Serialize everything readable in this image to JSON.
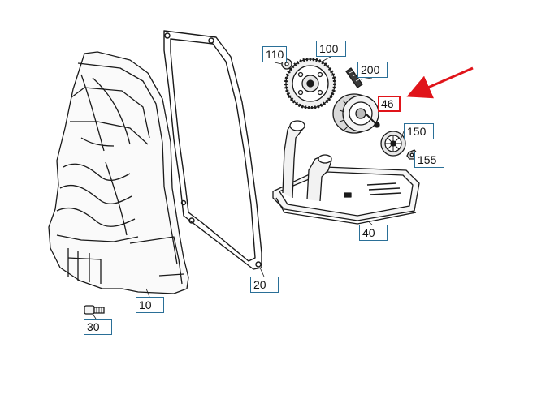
{
  "diagram": {
    "callouts": [
      {
        "id": "10",
        "label": "10"
      },
      {
        "id": "20",
        "label": "20"
      },
      {
        "id": "30",
        "label": "30"
      },
      {
        "id": "40",
        "label": "40"
      },
      {
        "id": "46",
        "label": "46",
        "highlighted": true
      },
      {
        "id": "100",
        "label": "100"
      },
      {
        "id": "110",
        "label": "110"
      },
      {
        "id": "150",
        "label": "150"
      },
      {
        "id": "155",
        "label": "155"
      },
      {
        "id": "200",
        "label": "200"
      }
    ],
    "colors": {
      "callout_border": "#2a6f97",
      "highlight": "#e0141a",
      "line": "#1a1a1a"
    }
  }
}
